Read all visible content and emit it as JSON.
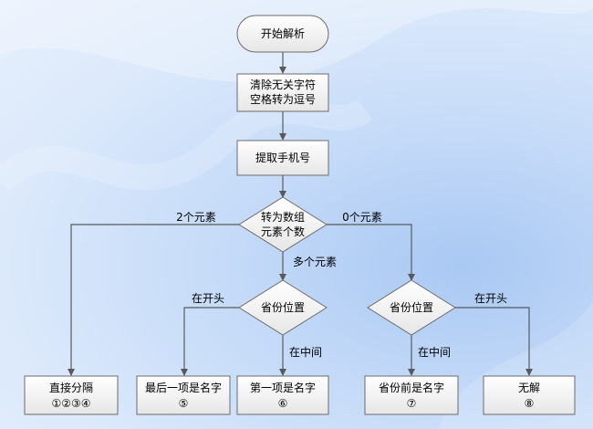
{
  "nodes": {
    "start": "开始解析",
    "clean": [
      "清除无关字符",
      "空格转为逗号"
    ],
    "extract_phone": "提取手机号",
    "decision_count": [
      "转为数组",
      "元素个数"
    ],
    "decision_left": "省份位置",
    "decision_right": "省份位置",
    "direct_split": [
      "直接分隔",
      "①②③④"
    ],
    "last_is_name": [
      "最后一项是名字",
      "⑤"
    ],
    "first_is_name": [
      "第一项是名字",
      "⑥"
    ],
    "before_prov_name": [
      "省份前是名字",
      "⑦"
    ],
    "no_solution": [
      "无解",
      "⑧"
    ]
  },
  "edges": {
    "two_elements": "2个元素",
    "zero_elements": "0个元素",
    "many_elements": "多个元素",
    "left_at_start": "在开头",
    "left_in_middle": "在中间",
    "right_in_middle": "在中间",
    "right_at_start": "在开头"
  }
}
